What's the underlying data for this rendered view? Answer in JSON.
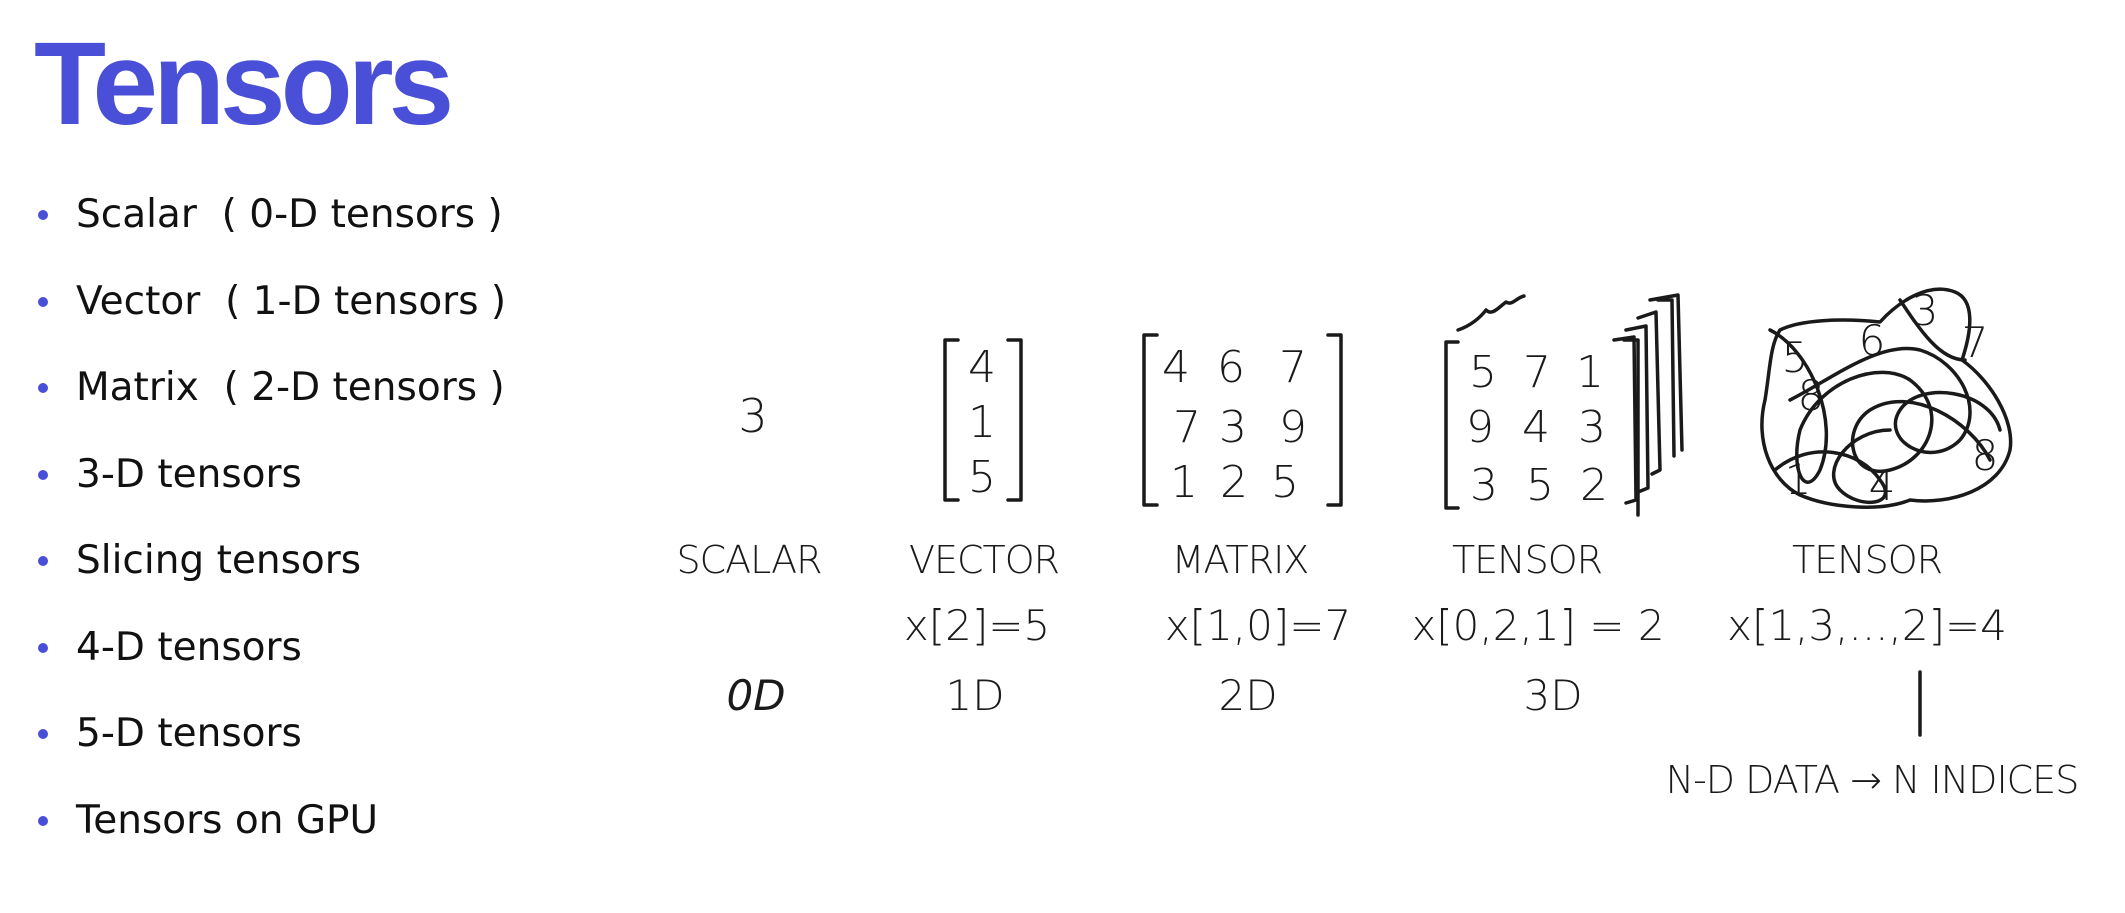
{
  "title": "Tensors",
  "colors": {
    "title": "#4a4fd8",
    "bullet": "#4a4fd8",
    "ink": "#1a1a1a"
  },
  "bullets": [
    "Scalar  ( 0-D tensors )",
    "Vector  ( 1-D tensors )",
    "Matrix  ( 2-D tensors )",
    "3-D tensors",
    "Slicing tensors",
    "4-D tensors",
    "5-D tensors",
    "Tensors on GPU"
  ],
  "diagram": {
    "scalar": {
      "value": "3",
      "label": "SCALAR",
      "dim": "0D"
    },
    "vector": {
      "values": [
        "4",
        "1",
        "5"
      ],
      "label": "VECTOR",
      "index": "x[2]=5",
      "dim": "1D"
    },
    "matrix": {
      "rows": [
        [
          "4",
          "6",
          "7"
        ],
        [
          "7",
          "3",
          "9"
        ],
        [
          "1",
          "2",
          "5"
        ]
      ],
      "label": "MATRIX",
      "index": "x[1,0]=7",
      "dim": "2D"
    },
    "tensor3d": {
      "rows": [
        [
          "5",
          "7",
          "1"
        ],
        [
          "9",
          "4",
          "3"
        ],
        [
          "3",
          "5",
          "2"
        ]
      ],
      "label": "TENSOR",
      "index": "x[0,2,1] = 2",
      "dim": "3D"
    },
    "tensorNd": {
      "scribble_numbers": [
        "5",
        "6",
        "8",
        "3",
        "7",
        "4",
        "8",
        "1"
      ],
      "label": "TENSOR",
      "index": "x[1,3,...,2]=4",
      "note": "N-D DATA → N INDICES"
    }
  }
}
